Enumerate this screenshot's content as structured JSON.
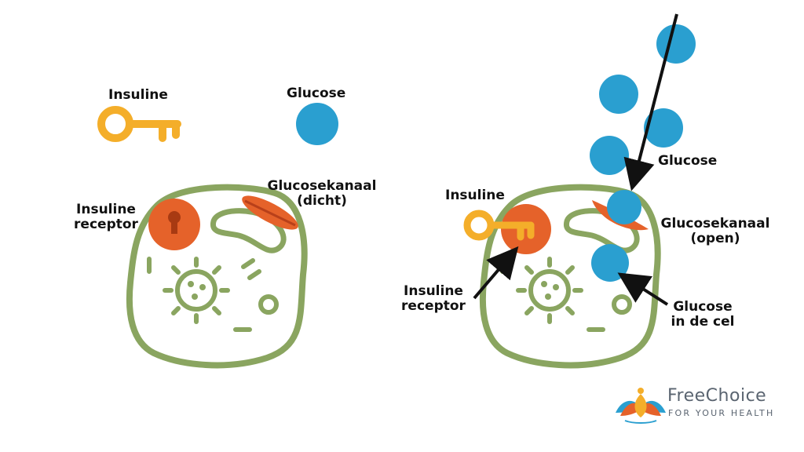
{
  "colors": {
    "cell_outline": "#8aa560",
    "receptor": "#e5622a",
    "channel": "#e5622a",
    "channel_line": "#b8401a",
    "glucose": "#2a9fd0",
    "insulin_key": "#f4ae2a",
    "arrow": "#111111"
  },
  "left_panel": {
    "insuline_label": "Insuline",
    "glucose_label": "Glucose",
    "receptor_label_line1": "Insuline",
    "receptor_label_line2": "receptor",
    "channel_label_line1": "Glucosekanaal",
    "channel_label_line2": "(dicht)"
  },
  "right_panel": {
    "insuline_label": "Insuline",
    "glucose_label": "Glucose",
    "channel_label_line1": "Glucosekanaal",
    "channel_label_line2": "(open)",
    "receptor_label_line1": "Insuline",
    "receptor_label_line2": "receptor",
    "glucose_in_cell_line1": "Glucose",
    "glucose_in_cell_line2": "in de cel"
  },
  "brand": {
    "name": "FreeChoice",
    "tagline": "FOR YOUR HEALTH"
  }
}
